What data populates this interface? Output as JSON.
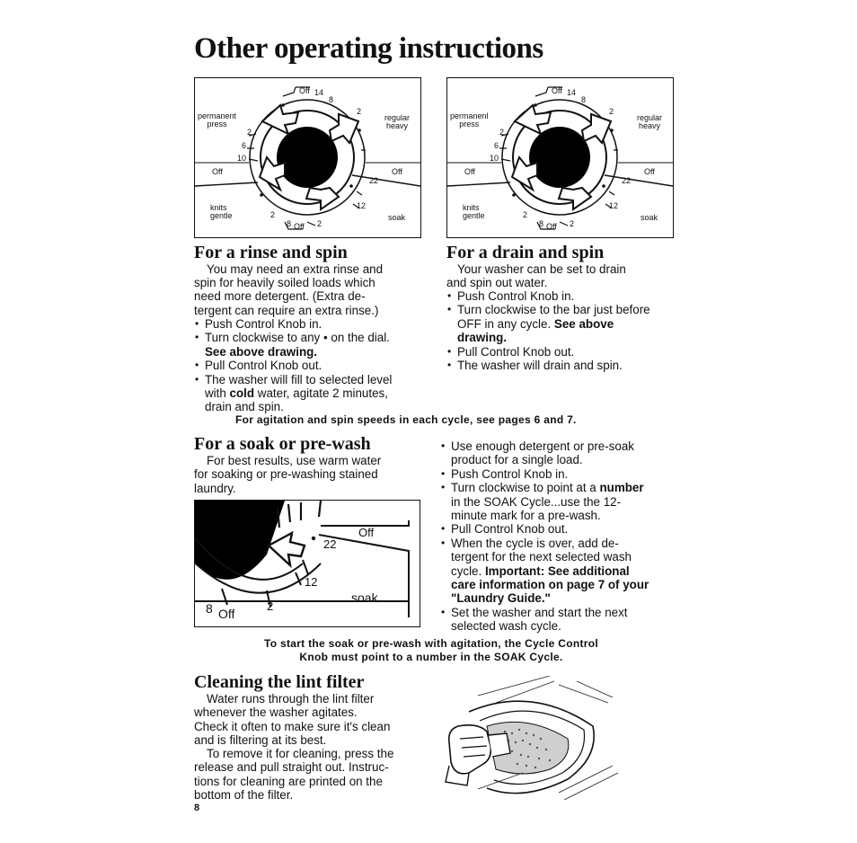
{
  "page": {
    "title": "Other operating instructions",
    "page_number": "8"
  },
  "dial": {
    "off": "Off",
    "n14": "14",
    "n8": "8",
    "n2": "2",
    "n6": "6",
    "n10": "10",
    "n22": "22",
    "n12": "12",
    "off_left": "Off",
    "off_right": "Off",
    "permanent_press_1": "permanent\npress",
    "permanent_press_2": "permanenl\npress",
    "regular_heavy": "regular\nheavy",
    "knits_gentle": "knits\ngentle",
    "soak": "soak",
    "bottom": "Off"
  },
  "rinse": {
    "heading": "For a rinse and spin",
    "intro": [
      "You may need an extra rinse and",
      "spin for heavily soiled loads which",
      "need more detergent. (Extra de-",
      "tergent can require an extra rinse.)"
    ],
    "b1": "Push Control Knob in.",
    "b2": "Turn clockwise to any • on the dial.",
    "b2_bold": "See above drawing.",
    "b3": "Pull Control Knob out.",
    "b4a": "The washer will fill to selected level",
    "b4b_pre": "with ",
    "b4b_bold": "cold",
    "b4b_post": " water, agitate 2 minutes,",
    "b4c": "drain and spin."
  },
  "drain": {
    "heading": "For a drain and spin",
    "intro": [
      "Your washer can be set to drain",
      "and spin out water."
    ],
    "b1": "Push Control Knob in.",
    "b2a": "Turn clockwise to the bar just before",
    "b2b_pre": "OFF in any cycle. ",
    "b2b_bold": "See above",
    "b2c_bold": "drawing.",
    "b3": "Pull Control Knob out.",
    "b4": "The washer will drain and spin."
  },
  "agitation_note": "For agitation and spin speeds in each cycle, see pages 6 and 7.",
  "soak": {
    "heading": "For a soak or pre-wash",
    "intro": [
      "For best results, use warm water",
      "for soaking or pre-washing stained",
      "laundry."
    ],
    "b1a": "Use enough detergent or pre-soak",
    "b1b": "product for a single load.",
    "b2": "Push Control Knob in.",
    "b3a_pre": "Turn clockwise to point at a ",
    "b3a_bold": "number",
    "b3b": "in the SOAK Cycle...use the 12-",
    "b3c": "minute mark for a pre-wash.",
    "b4": "Pull Control Knob out.",
    "b5a": "When the cycle is over, add de-",
    "b5b": "tergent for the next selected wash",
    "b5c_pre": "cycle. ",
    "b5c_bold": "Important: See additional",
    "b5d_bold": "care information on page 7 of your",
    "b5e_bold": "\"Laundry Guide.\"",
    "b6a": "Set the washer and start the next",
    "b6b": "selected wash cycle.",
    "zoom": {
      "off": "Off",
      "n22": "22",
      "n12": "12",
      "soak": "soak",
      "n8": "8",
      "off2": "Off",
      "n2": "2"
    }
  },
  "soak_note": [
    "To start the soak or pre-wash with agitation, the Cycle Control",
    "Knob must point to a number in the SOAK Cycle."
  ],
  "lint": {
    "heading": "Cleaning the lint filter",
    "p1": [
      "Water runs through the lint filter",
      "whenever the washer agitates.",
      "Check it often to make sure it's clean",
      "and is filtering at its best."
    ],
    "p2": [
      "To remove it for cleaning, press the",
      "release and pull straight out. Instruc-",
      "tions for cleaning are printed on the",
      "bottom of the filter."
    ]
  }
}
